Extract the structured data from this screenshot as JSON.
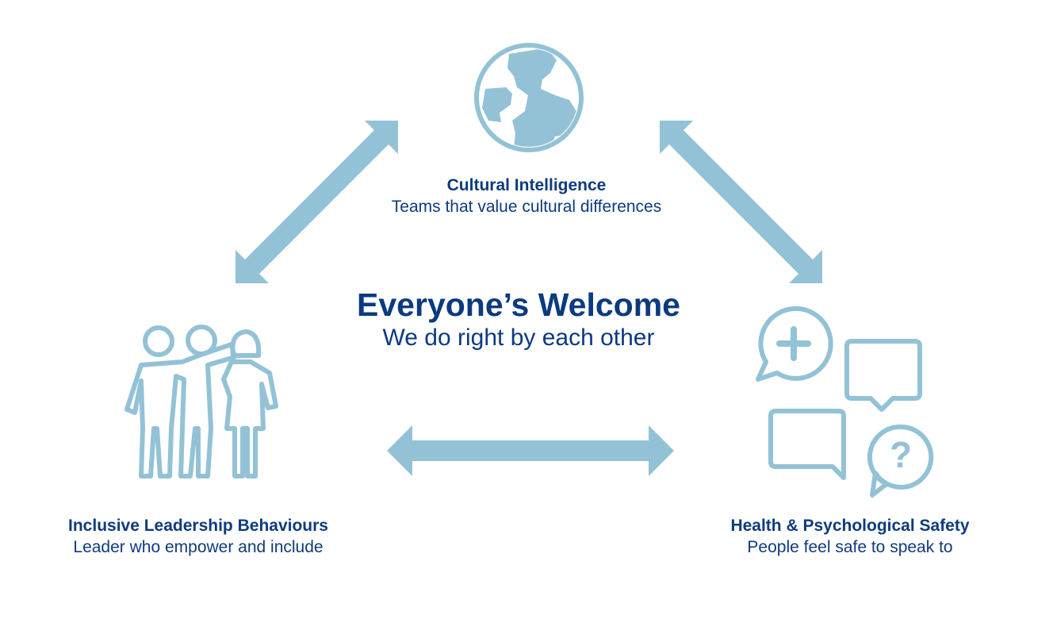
{
  "colors": {
    "text": "#0d3b7d",
    "accent": "#93c2d6"
  },
  "center": {
    "title": "Everyone’s Welcome",
    "subtitle": "We do right by each other"
  },
  "nodes": {
    "top": {
      "icon": "globe-icon",
      "title": "Cultural Intelligence",
      "subtitle": "Teams that value cultural differences"
    },
    "left": {
      "icon": "people-group-icon",
      "title": "Inclusive Leadership Behaviours",
      "subtitle": "Leader who empower and include"
    },
    "right": {
      "icon": "speech-bubbles-icon",
      "title": "Health & Psychological Safety",
      "subtitle": "People feel safe to speak to"
    }
  }
}
